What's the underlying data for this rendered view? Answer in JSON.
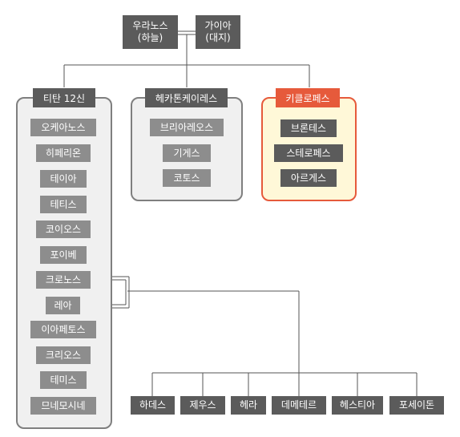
{
  "primordial": {
    "uranus": {
      "name": "우라노스",
      "sub": "(하늘)"
    },
    "gaia": {
      "name": "가이아",
      "sub": "(대지)"
    }
  },
  "titans": {
    "label": "티탄 12신",
    "members": [
      "오케아노스",
      "히페리온",
      "테이아",
      "테티스",
      "코이오스",
      "포이베",
      "크로노스",
      "레아",
      "이아페토스",
      "크리오스",
      "테미스",
      "므네모시네"
    ]
  },
  "hecatoncheires": {
    "label": "헤카톤케이레스",
    "members": [
      "브리아레오스",
      "기게스",
      "코토스"
    ]
  },
  "cyclopes": {
    "label": "키클로페스",
    "members": [
      "브론테스",
      "스테로페스",
      "아르게스"
    ]
  },
  "olympians": {
    "members": [
      "하데스",
      "제우스",
      "헤라",
      "데메테르",
      "헤스티아",
      "포세이돈"
    ]
  },
  "colors": {
    "dark_box": "#5b5b5b",
    "light_box": "#8d8d8d",
    "accent": "#e65a3b",
    "panel_gray": "#f0f0f0",
    "panel_yellow": "#fff8d8",
    "line": "#555555"
  }
}
